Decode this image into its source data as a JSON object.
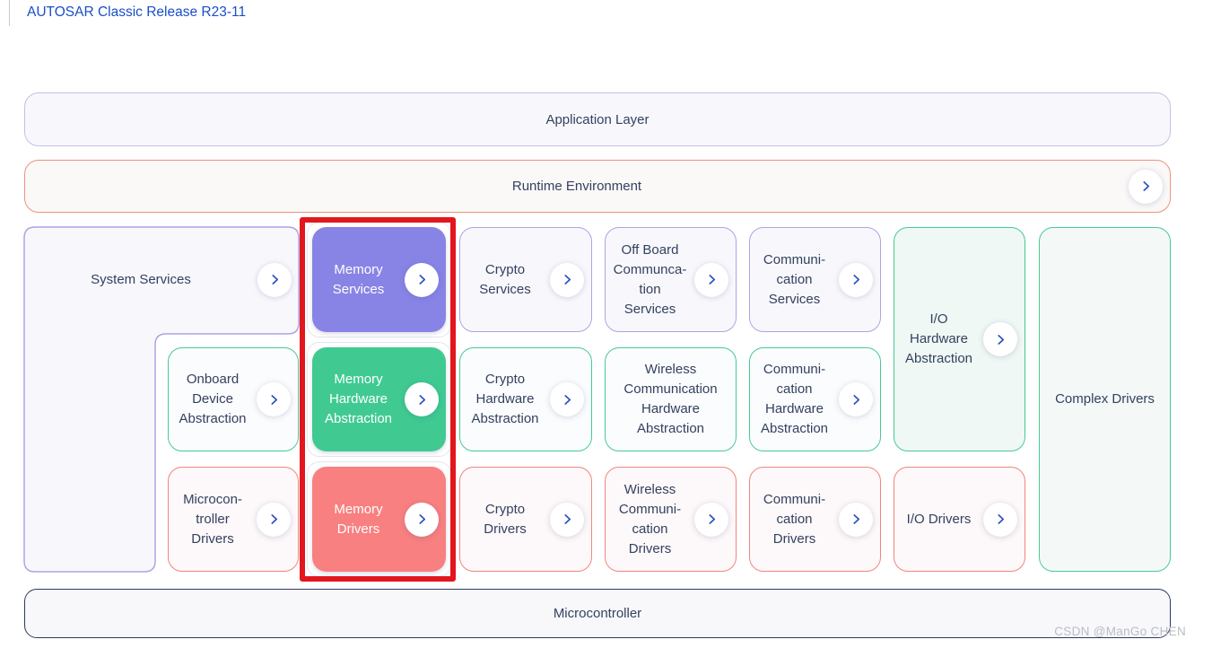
{
  "header": {
    "title": "AUTOSAR Classic Release R23-11"
  },
  "watermark": "CSDN @ManGo CHEN",
  "colors": {
    "title_blue": "#1b4ec9",
    "label_navy": "#33415f",
    "purple_border": "#a8a5e6",
    "green_border": "#45cb93",
    "red_border": "#f2847e",
    "orange_border": "#f0917c",
    "navy_border": "#2c3a5e",
    "purple_fill": "#8884e6",
    "green_fill": "#40ca92",
    "red_fill": "#f88080",
    "highlight_red": "#e2171d",
    "chevron_blue": "#2d53c0"
  },
  "icons": {
    "chevron_right": "›"
  },
  "layers": {
    "application_layer": {
      "label": "Application Layer",
      "chevron": false
    },
    "runtime_environment": {
      "label": "Runtime Environment",
      "chevron": true
    },
    "microcontroller": {
      "label": "Microcontroller",
      "chevron": false
    }
  },
  "blocks": {
    "system_services": {
      "label": "System Services",
      "chevron": true
    },
    "onboard_device_abstraction": {
      "label": "Onboard\nDevice\nAbstraction",
      "chevron": true
    },
    "microcontroller_drivers": {
      "label": "Microcon-\ntroller\nDrivers",
      "chevron": true
    },
    "memory_services": {
      "label": "Memory\nServices",
      "chevron": true,
      "highlighted": true
    },
    "memory_hardware_abstraction": {
      "label": "Memory\nHardware\nAbstraction",
      "chevron": true,
      "highlighted": true
    },
    "memory_drivers": {
      "label": "Memory\nDrivers",
      "chevron": true,
      "highlighted": true
    },
    "crypto_services": {
      "label": "Crypto\nServices",
      "chevron": true
    },
    "crypto_hardware_abstraction": {
      "label": "Crypto\nHardware\nAbstraction",
      "chevron": true
    },
    "crypto_drivers": {
      "label": "Crypto\nDrivers",
      "chevron": true
    },
    "off_board_communication_services": {
      "label": "Off Board\nCommunca-\ntion\nServices",
      "chevron": true
    },
    "wireless_communication_hardware_abstraction": {
      "label": "Wireless\nCommunication\nHardware\nAbstraction",
      "chevron": false
    },
    "wireless_communication_drivers": {
      "label": "Wireless\nCommuni-\ncation\nDrivers",
      "chevron": true
    },
    "communication_services": {
      "label": "Communi-\ncation\nServices",
      "chevron": true
    },
    "communication_hardware_abstraction": {
      "label": "Communi-\ncation\nHardware\nAbstraction",
      "chevron": true
    },
    "communication_drivers": {
      "label": "Communi-\ncation\nDrivers",
      "chevron": true
    },
    "io_hardware_abstraction": {
      "label": "I/O\nHardware\nAbstraction",
      "chevron": true
    },
    "io_drivers": {
      "label": "I/O Drivers",
      "chevron": true
    },
    "complex_drivers": {
      "label": "Complex Drivers",
      "chevron": false
    }
  }
}
